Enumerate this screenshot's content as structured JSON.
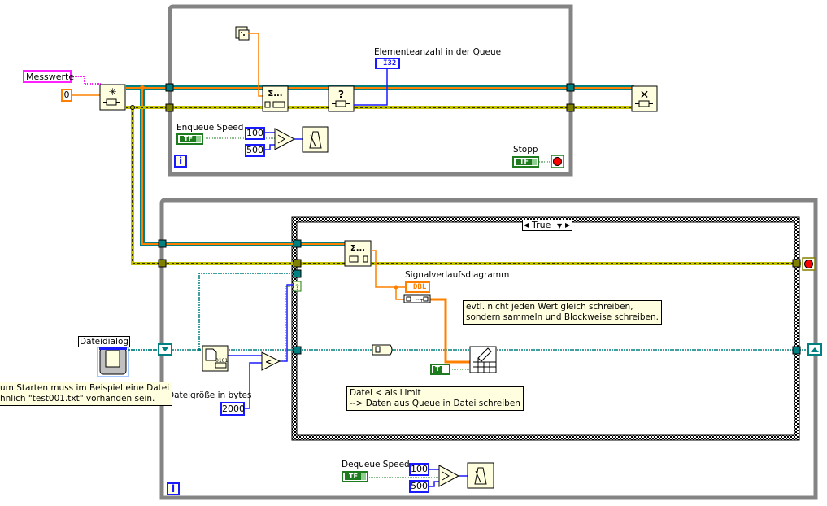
{
  "diagram": {
    "type": "LabVIEW block diagram",
    "producer_loop": {
      "label_enqueue_speed": "Enqueue Speed",
      "const_fast": "100",
      "const_slow": "500",
      "indicator_queue_count_label": "Elementeanzahl in der Queue",
      "indicator_queue_count_type": "I32",
      "stop_label": "Stopp",
      "iteration_terminal": "i"
    },
    "consumer_loop": {
      "label_dequeue_speed": "Dequeue Speed",
      "const_fast": "100",
      "const_slow": "500",
      "iteration_terminal": "i",
      "case_selector_value": "True",
      "chart_label": "Signalverlaufsdiagramm",
      "chart_type": "DBL",
      "filesize_label": "Dateigröße in bytes",
      "filesize_limit": "2000",
      "compare_op": "<",
      "note_write": [
        "Datei < als Limit",
        "--> Daten aus Queue in Datei schreiben"
      ],
      "note_block": [
        "evtl. nicht jeden Wert gleich schreiben,",
        "sondern sammeln und Blockweise schreiben."
      ],
      "bool_const": "T",
      "select_question": "?"
    },
    "outside": {
      "queue_name": "Messwerte",
      "queue_size": "0",
      "file_dialog_label": "Dateidialog",
      "note_start": [
        "um Starten muss im Beispiel eine Datei",
        "hnlich \"test001.txt\" vorhanden sein."
      ]
    },
    "node_icons": {
      "obtain_queue": "obtain-queue-icon",
      "enqueue": "enqueue-element-icon",
      "queue_status": "get-queue-status-icon",
      "release_queue": "release-queue-icon",
      "dequeue": "dequeue-element-icon",
      "random": "random-number-dice-icon",
      "wait": "wait-ms-metronome-icon",
      "select": "select-icon",
      "file_size": "get-file-size-icon",
      "write_spreadsheet": "write-to-spreadsheet-icon",
      "build_waveform": "to-1d-array-icon",
      "refnum_to_path": "refnum-to-path-icon"
    },
    "colors": {
      "loop_frame": "#848484",
      "queue_wire_teal": "#008080",
      "queue_wire_orange": "#ff8000",
      "error_wire": "#c0c000",
      "numeric_blue": "#1a1aff",
      "dbl_orange": "#ff8000",
      "bool_green": "#1e7b1e",
      "string_pink": "#ff20ff",
      "node_fill": "#ffffe0",
      "note_fill": "#ffffe0"
    }
  }
}
